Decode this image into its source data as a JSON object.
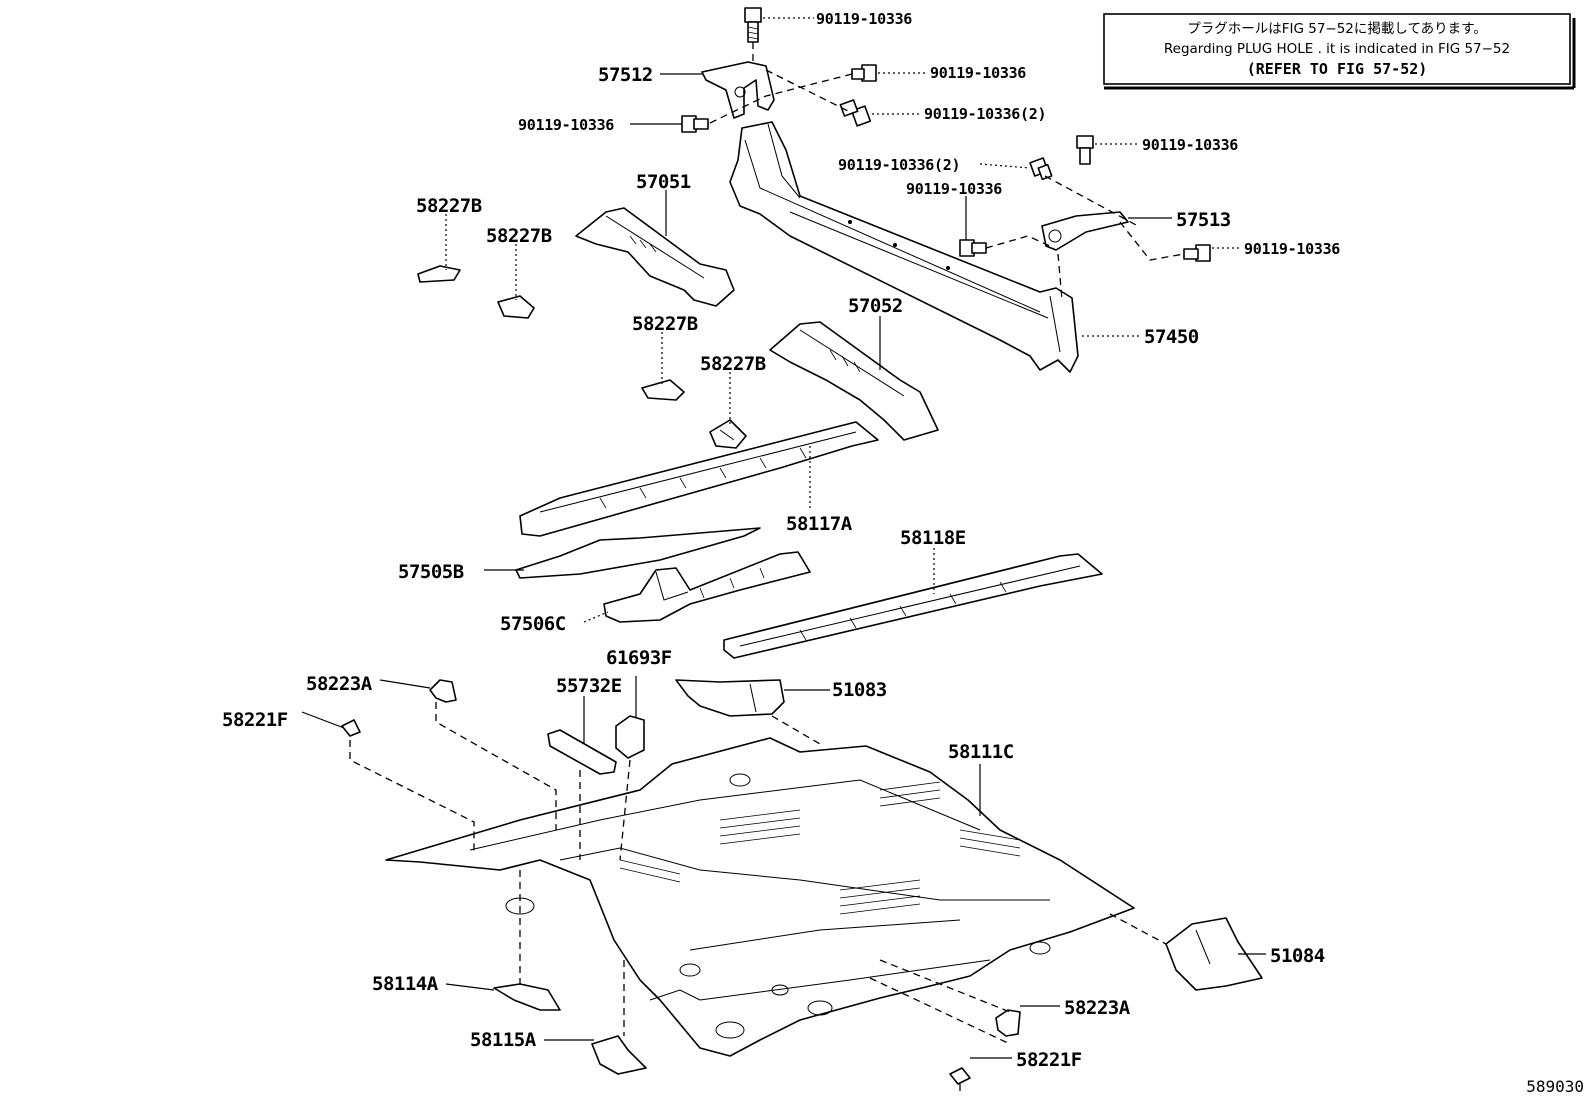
{
  "note": {
    "line1": "プラグホールはFIG 57−52に掲載してあります。",
    "line2": "Regarding PLUG HOLE . it is indicated in FIG 57−52",
    "line3": "(REFER TO FIG 57-52)"
  },
  "figure_number": "589030",
  "labels": {
    "b1": "90119-10336",
    "p57512": "57512",
    "b2": "90119-10336",
    "b3": "90119-10336(2)",
    "b4": "90119-10336",
    "b5": "90119-10336",
    "b6": "90119-10336(2)",
    "b7": "90119-10336",
    "p57513": "57513",
    "b8": "90119-10336",
    "p57450": "57450",
    "p57051": "57051",
    "p58227b_1": "58227B",
    "p58227b_2": "58227B",
    "p57052": "57052",
    "p58227b_3": "58227B",
    "p58227b_4": "58227B",
    "p58117a": "58117A",
    "p58118e": "58118E",
    "p57505b": "57505B",
    "p57506c": "57506C",
    "p61693f": "61693F",
    "p55732e": "55732E",
    "p51083": "51083",
    "p58223a_1": "58223A",
    "p58221f_1": "58221F",
    "p58111c": "58111C",
    "p51084": "51084",
    "p58114a": "58114A",
    "p58223a_2": "58223A",
    "p58115a": "58115A",
    "p58221f_2": "58221F"
  }
}
